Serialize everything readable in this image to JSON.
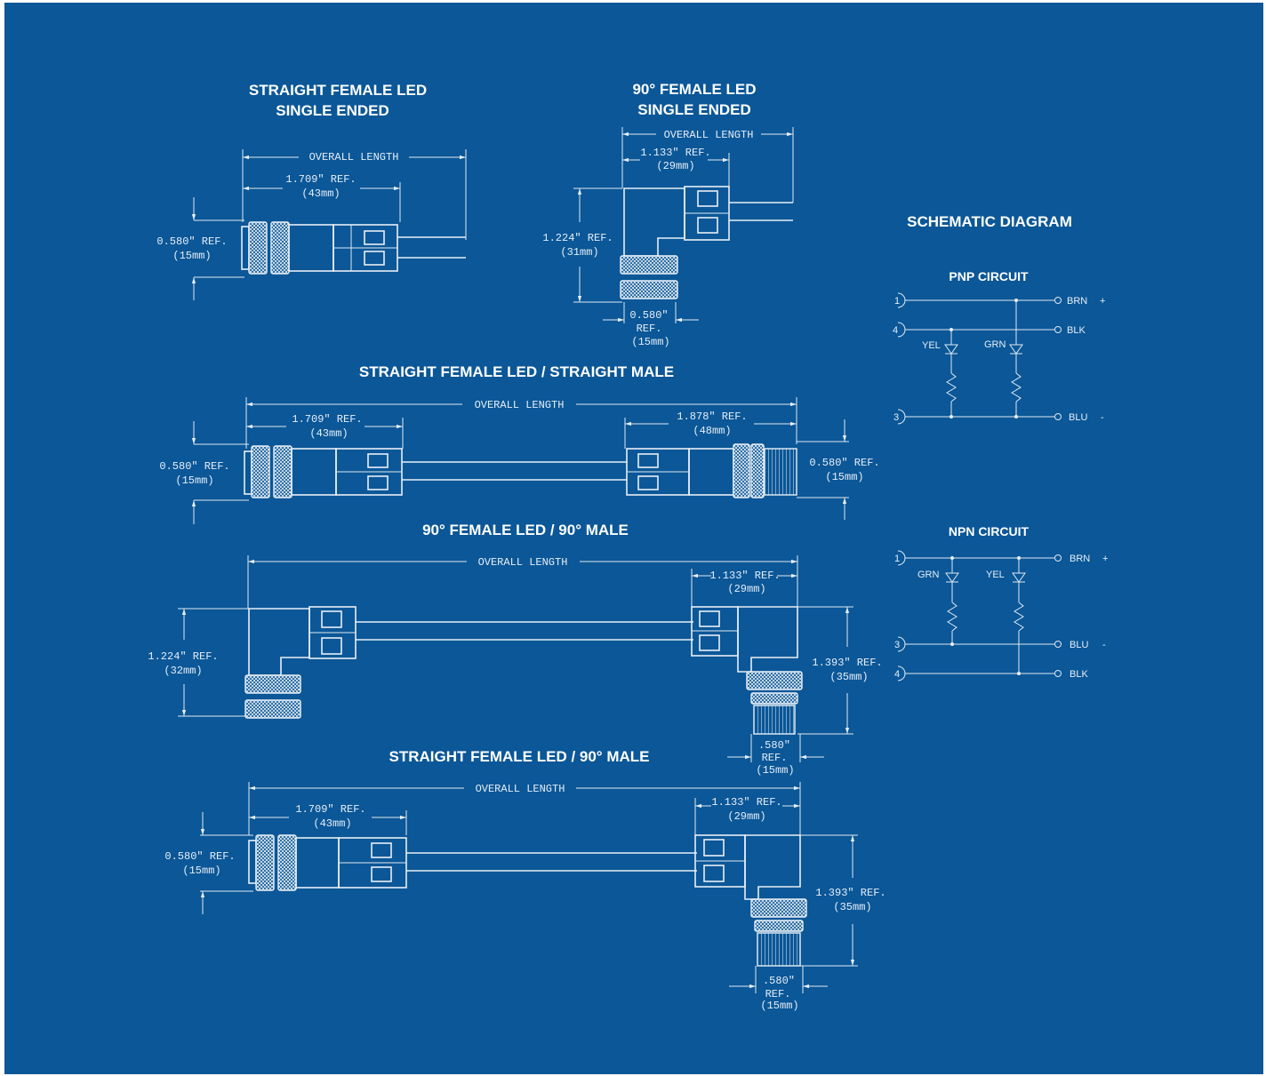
{
  "colors": {
    "background": "#0b5797",
    "frame": "#ffffff",
    "ink": "#e6eef8"
  },
  "diagrams": {
    "sf_single": {
      "title1": "STRAIGHT FEMALE LED",
      "title2": "SINGLE ENDED",
      "overall": "OVERALL LENGTH",
      "ref1": "1.709\" REF.",
      "ref1mm": "(43mm)",
      "diaref": "0.580\" REF.",
      "diamm": "(15mm)"
    },
    "f90_single": {
      "title1": "90° FEMALE LED",
      "title2": "SINGLE ENDED",
      "overall": "OVERALL LENGTH",
      "ref1": "1.133\" REF.",
      "ref1mm": "(29mm)",
      "href": "1.224\" REF.",
      "hmm": "(31mm)",
      "diaref1": "0.580\"",
      "diaref2": "REF.",
      "diamm": "(15mm)"
    },
    "sf_sm": {
      "title": "STRAIGHT FEMALE LED / STRAIGHT MALE",
      "overall": "OVERALL LENGTH",
      "ref1": "1.709\" REF.",
      "ref1mm": "(43mm)",
      "ref2": "1.878\" REF.",
      "ref2mm": "(48mm)",
      "dia_left": "0.580\" REF.",
      "dia_left_mm": "(15mm)",
      "dia_right": "0.580\" REF.",
      "dia_right_mm": "(15mm)"
    },
    "f90_m90": {
      "title": "90° FEMALE LED / 90° MALE",
      "overall": "OVERALL LENGTH",
      "ref1": "1.133\" REF.",
      "ref1mm": "(29mm)",
      "href_left": "1.224\" REF.",
      "hmm_left": "(32mm)",
      "href_right": "1.393\" REF.",
      "hmm_right": "(35mm)",
      "diaref1": ".580\"",
      "diaref2": "REF.",
      "diamm": "(15mm)"
    },
    "sf_m90": {
      "title": "STRAIGHT FEMALE LED / 90° MALE",
      "overall": "OVERALL LENGTH",
      "ref1": "1.709\" REF.",
      "ref1mm": "(43mm)",
      "ref2": "1.133\" REF.",
      "ref2mm": "(29mm)",
      "dia_left": "0.580\" REF.",
      "dia_left_mm": "(15mm)",
      "href": "1.393\" REF.",
      "hmm": "(35mm)",
      "diaref1": ".580\"",
      "diaref2": "REF.",
      "diamm": "(15mm)"
    }
  },
  "schematic": {
    "title": "SCHEMATIC DIAGRAM",
    "pnp": {
      "title": "PNP CIRCUIT",
      "pins": [
        "1",
        "4",
        "3"
      ],
      "wires": [
        "BRN",
        "BLK",
        "BLU"
      ],
      "signs": [
        "+",
        "-"
      ],
      "leds": [
        "YEL",
        "GRN"
      ]
    },
    "npn": {
      "title": "NPN CIRCUIT",
      "pins": [
        "1",
        "3",
        "4"
      ],
      "wires": [
        "BRN",
        "BLU",
        "BLK"
      ],
      "signs": [
        "+",
        "-"
      ],
      "leds": [
        "GRN",
        "YEL"
      ]
    }
  }
}
